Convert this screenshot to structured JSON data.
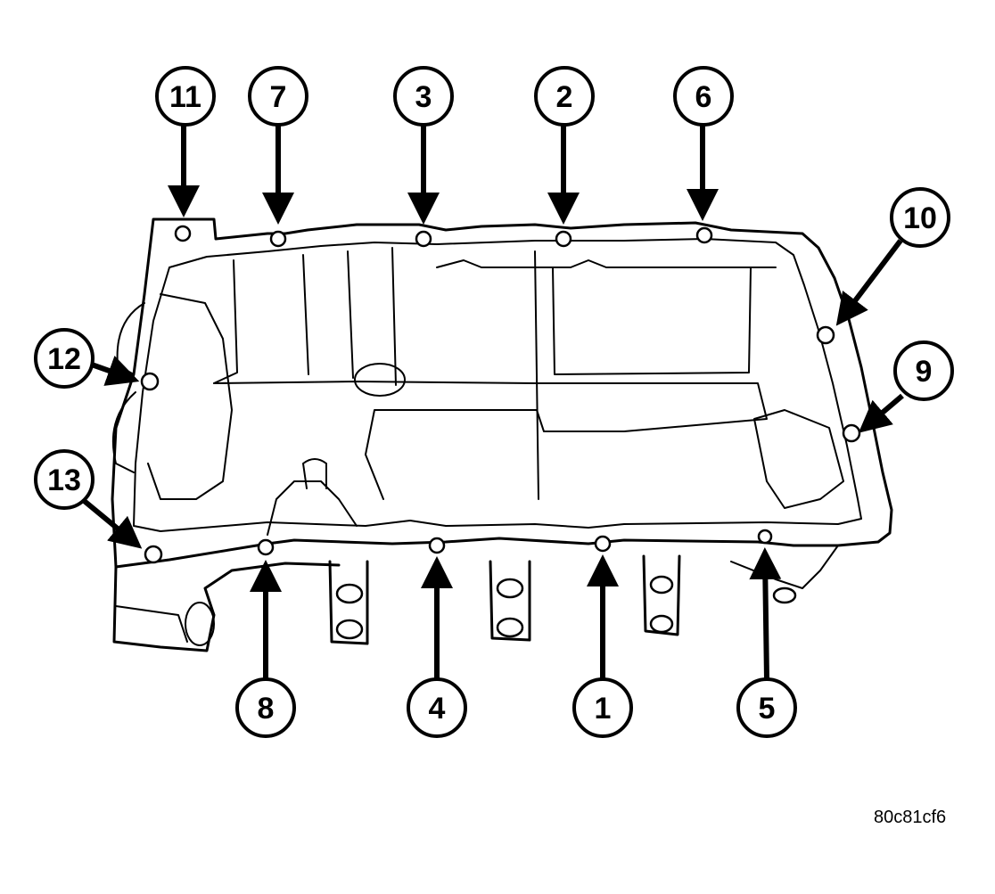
{
  "figure_id": "80c81cf6",
  "callouts": [
    {
      "label": "11"
    },
    {
      "label": "7"
    },
    {
      "label": "3"
    },
    {
      "label": "2"
    },
    {
      "label": "6"
    },
    {
      "label": "10"
    },
    {
      "label": "12"
    },
    {
      "label": "9"
    },
    {
      "label": "13"
    },
    {
      "label": "8"
    },
    {
      "label": "4"
    },
    {
      "label": "1"
    },
    {
      "label": "5"
    }
  ]
}
